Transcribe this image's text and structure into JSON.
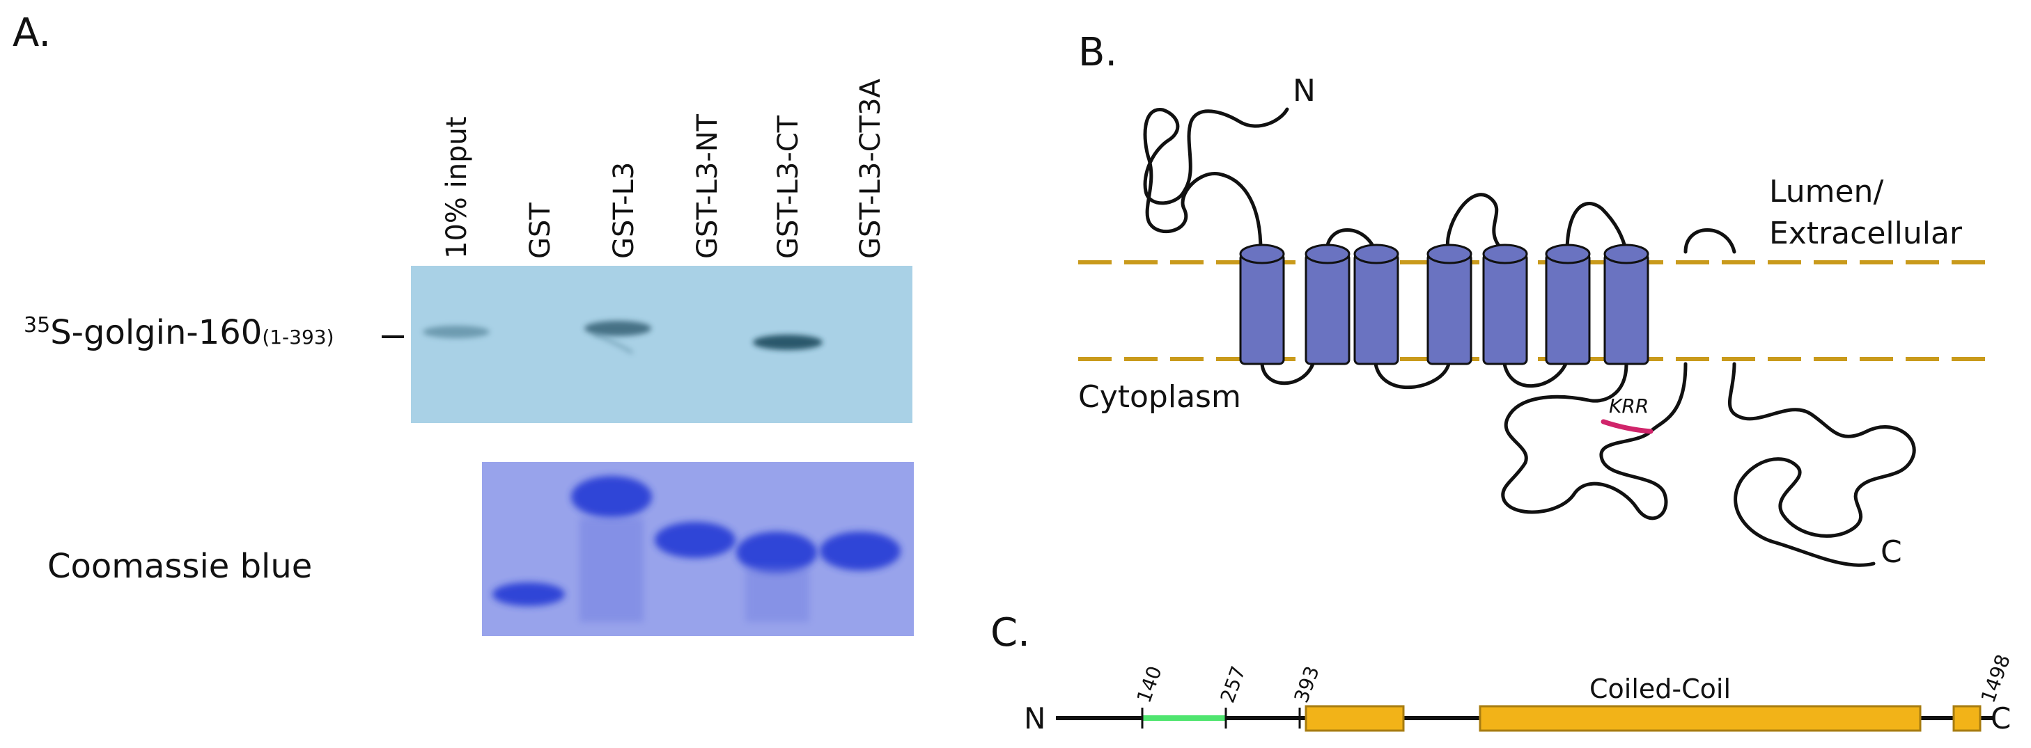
{
  "panels": {
    "a": {
      "letter": "A.",
      "lanes": [
        "10% input",
        "GST",
        "GST-L3",
        "GST-L3-NT",
        "GST-L3-CT",
        "GST-L3-CT3A"
      ],
      "blot_label": {
        "superscript": "35",
        "main": "S-golgin-160",
        "subscript": "(1-393)"
      },
      "coomassie_label": "Coomassie blue",
      "colors": {
        "autoradiograph": "#a9d1e6",
        "coomassie_bg": "#98a3eb",
        "band_radio": "#2f5a6e",
        "band_coomassie": "#2b3fd6"
      }
    },
    "b": {
      "letter": "B.",
      "n_label": "N",
      "c_label": "C",
      "lumen_label_1": "Lumen/",
      "lumen_label_2": "Extracellular",
      "cytoplasm_label": "Cytoplasm",
      "motif_label": "KRR",
      "colors": {
        "helix": "#6a73c1",
        "membrane": "#c99a1b",
        "motif": "#d0246a"
      }
    },
    "c": {
      "letter": "C.",
      "n_label": "N",
      "c_label": "C",
      "coil_label": "Coiled-Coil",
      "ticks": [
        "140",
        "257",
        "393",
        "1498"
      ],
      "colors": {
        "binding_region": "#4fe56f",
        "domain": "#f2b318"
      }
    }
  }
}
